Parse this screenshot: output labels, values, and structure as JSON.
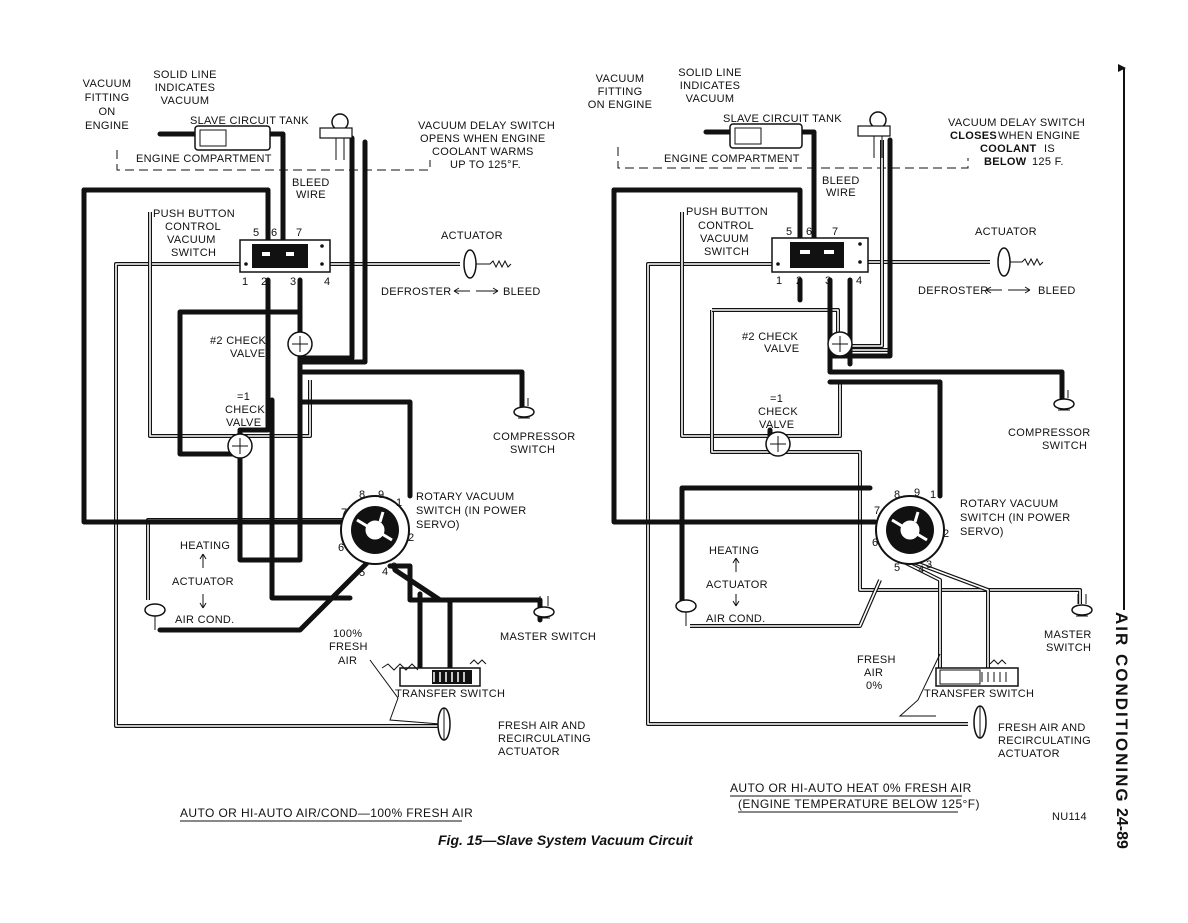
{
  "left_panel": {
    "vacuum_fitting": [
      "VACUUM",
      "FITTING",
      "ON",
      "ENGINE"
    ],
    "solid_line_note": [
      "SOLID LINE",
      "INDICATES",
      "VACUUM"
    ],
    "slave_tank": "SLAVE CIRCUIT TANK",
    "engine_compartment": "ENGINE COMPARTMENT",
    "delay_switch": [
      "VACUUM DELAY SWITCH",
      "OPENS WHEN ENGINE",
      "COOLANT WARMS",
      "UP TO 125°F."
    ],
    "bleed_wire": [
      "BLEED",
      "WIRE"
    ],
    "push_button": [
      "PUSH BUTTON",
      "CONTROL",
      "VACUUM",
      "SWITCH"
    ],
    "actuator": "ACTUATOR",
    "defroster": "DEFROSTER",
    "bleed": "BLEED",
    "check2": [
      "#2 CHECK",
      "VALVE"
    ],
    "check1": [
      "=1",
      "CHECK",
      "VALVE"
    ],
    "compressor": [
      "COMPRESSOR",
      "SWITCH"
    ],
    "rotary": [
      "ROTARY VACUUM",
      "SWITCH (IN POWER",
      "SERVO)"
    ],
    "heating": "HEATING",
    "actuator2": "ACTUATOR",
    "air_cond": "AIR COND.",
    "master": "MASTER SWITCH",
    "fresh_air": [
      "100%",
      "FRESH",
      "AIR"
    ],
    "transfer": "TRANSFER SWITCH",
    "recirc": [
      "FRESH AIR AND",
      "RECIRCULATING",
      "ACTUATOR"
    ],
    "caption": "AUTO OR HI-AUTO AIR/COND—100% FRESH AIR"
  },
  "right_panel": {
    "vacuum_fitting": [
      "VACUUM",
      "FITTING",
      "ON ENGINE"
    ],
    "solid_line_note": [
      "SOLID LINE",
      "INDICATES",
      "VACUUM"
    ],
    "slave_tank": "SLAVE CIRCUIT TANK",
    "engine_compartment": "ENGINE COMPARTMENT",
    "delay_switch": [
      "VACUUM DELAY SWITCH",
      "CLOSES",
      "WHEN ENGINE",
      "COOLANT",
      "IS",
      "BELOW",
      "125 F."
    ],
    "bleed_wire": [
      "BLEED",
      "WIRE"
    ],
    "push_button": [
      "PUSH BUTTON",
      "CONTROL",
      "VACUUM",
      "SWITCH"
    ],
    "actuator": "ACTUATOR",
    "defroster": "DEFROSTER",
    "bleed": "BLEED",
    "check2": [
      "#2 CHECK",
      "VALVE"
    ],
    "check1": [
      "=1",
      "CHECK",
      "VALVE"
    ],
    "compressor": [
      "COMPRESSOR",
      "SWITCH"
    ],
    "rotary": [
      "ROTARY VACUUM",
      "SWITCH (IN POWER",
      "SERVO)"
    ],
    "heating": "HEATING",
    "actuator2": "ACTUATOR",
    "air_cond": "AIR COND.",
    "master": [
      "MASTER",
      "SWITCH"
    ],
    "fresh_air": [
      "FRESH",
      "AIR",
      "0%"
    ],
    "transfer": "TRANSFER SWITCH",
    "recirc": [
      "FRESH AIR AND",
      "RECIRCULATING",
      "ACTUATOR"
    ],
    "caption1": "AUTO OR HI-AUTO HEAT  0% FRESH AIR",
    "caption2": "(ENGINE TEMPERATURE BELOW 125°F)"
  },
  "switch_ports_top": [
    "5",
    "6",
    "7"
  ],
  "switch_ports_bottom": [
    "1",
    "2",
    "3",
    "4"
  ],
  "rotary_ports": [
    "8",
    "9",
    "1",
    "7",
    "2",
    "6",
    "5",
    "4",
    "3"
  ],
  "code": "NU114",
  "figure_title": "Fig. 15—Slave System Vacuum Circuit",
  "sidebar_title": "AIR CONDITIONING",
  "page_number": "24-89"
}
